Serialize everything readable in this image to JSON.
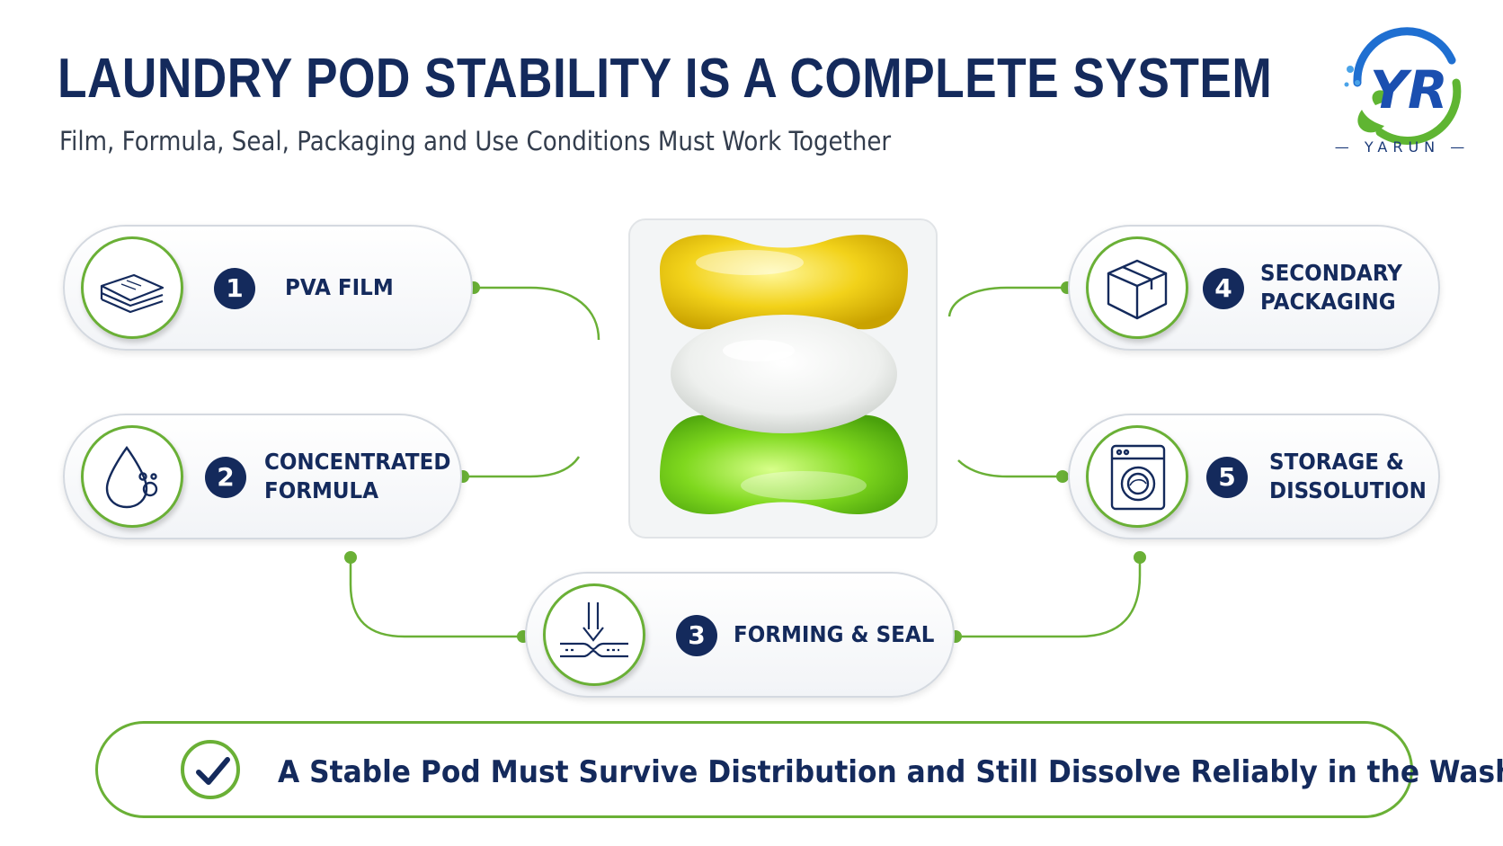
{
  "header": {
    "title": "LAUNDRY POD STABILITY IS A COMPLETE SYSTEM",
    "subtitle": "Film, Formula, Seal, Packaging and Use Conditions Must Work Together"
  },
  "logo": {
    "monogram": "YR",
    "brand": "YARUN"
  },
  "colors": {
    "navy": "#142a5c",
    "green": "#6ab036",
    "card_border": "#d4d9e0"
  },
  "steps": [
    {
      "number": "1",
      "label_line1": "PVA FILM",
      "label_line2": "",
      "icon": "film-layers-icon"
    },
    {
      "number": "2",
      "label_line1": "CONCENTRATED",
      "label_line2": "FORMULA",
      "icon": "liquid-drop-icon"
    },
    {
      "number": "3",
      "label_line1": "FORMING & SEAL",
      "label_line2": "",
      "icon": "seal-press-icon"
    },
    {
      "number": "4",
      "label_line1": "SECONDARY",
      "label_line2": "PACKAGING",
      "icon": "box-icon"
    },
    {
      "number": "5",
      "label_line1": "STORAGE &",
      "label_line2": "DISSOLUTION",
      "icon": "washing-machine-icon"
    }
  ],
  "footer": {
    "text": "A Stable Pod Must Survive Distribution and Still Dissolve Reliably in the Wash",
    "icon": "check-icon"
  }
}
